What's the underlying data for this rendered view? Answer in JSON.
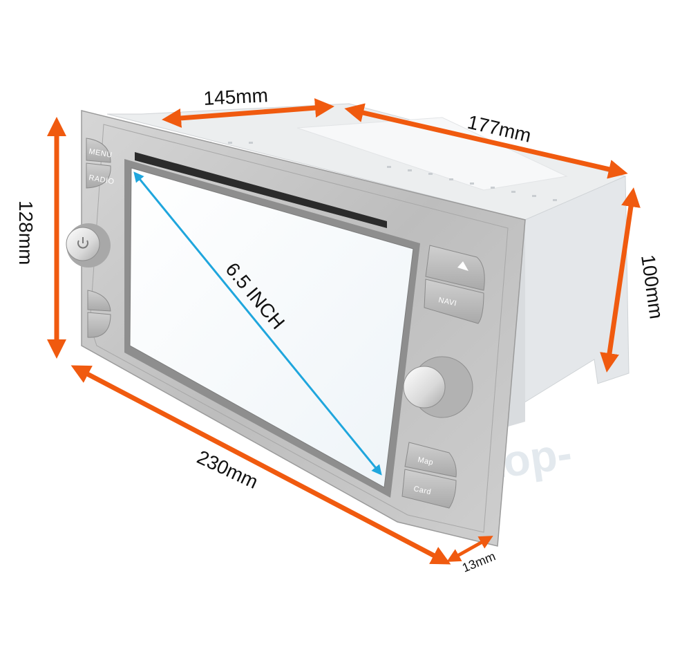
{
  "dimensions": {
    "front_width": "230mm",
    "front_height": "128mm",
    "top_width": "145mm",
    "depth": "177mm",
    "body_height": "100mm",
    "thickness": "13mm",
    "screen_size": "6.5 INCH"
  },
  "buttons": {
    "menu": "MENU",
    "radio": "RADIO",
    "navi": "NAVI",
    "map": "Map",
    "card": "Card"
  },
  "watermark": "Playertop-",
  "colors": {
    "arrow": "#f05a0f",
    "diagonal": "#1fa6dd",
    "bezel": "#c4c4c4",
    "screen": "#f7fbfd",
    "chassis": "#e8eaec"
  }
}
